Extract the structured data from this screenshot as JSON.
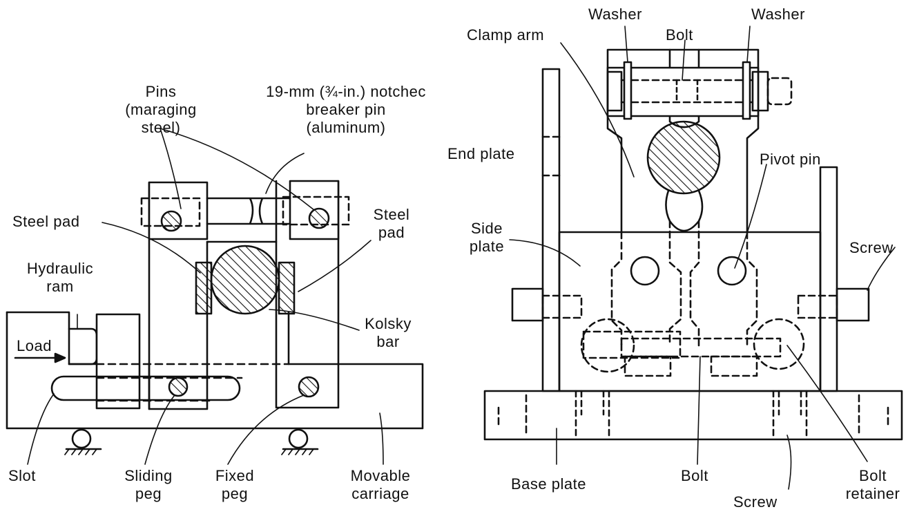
{
  "left_fixture": {
    "labels": {
      "pins": "Pins\n(maraging\nsteel)",
      "breaker_pin": "19-mm (¾-in.) notchec\nbreaker pin\n(aluminum)",
      "steel_pad_left": "Steel pad",
      "steel_pad_right": "Steel\npad",
      "hydraulic_ram": "Hydraulic\nram",
      "load": "Load",
      "kolsky_bar": "Kolsky\nbar",
      "slot": "Slot",
      "sliding_peg": "Sliding\npeg",
      "fixed_peg": "Fixed\npeg",
      "movable_carriage": "Movable\ncarriage"
    }
  },
  "right_fixture": {
    "labels": {
      "clamp_arm": "Clamp arm",
      "washer_left": "Washer",
      "bolt_top": "Bolt",
      "washer_right": "Washer",
      "end_plate": "End plate",
      "pivot_pin": "Pivot pin",
      "side_plate": "Side\nplate",
      "screw_right": "Screw",
      "base_plate": "Base plate",
      "bolt_bottom": "Bolt",
      "screw_bottom": "Screw",
      "bolt_retainer": "Bolt\nretainer"
    }
  },
  "colors": {
    "ink": "#111111",
    "background": "#ffffff"
  }
}
